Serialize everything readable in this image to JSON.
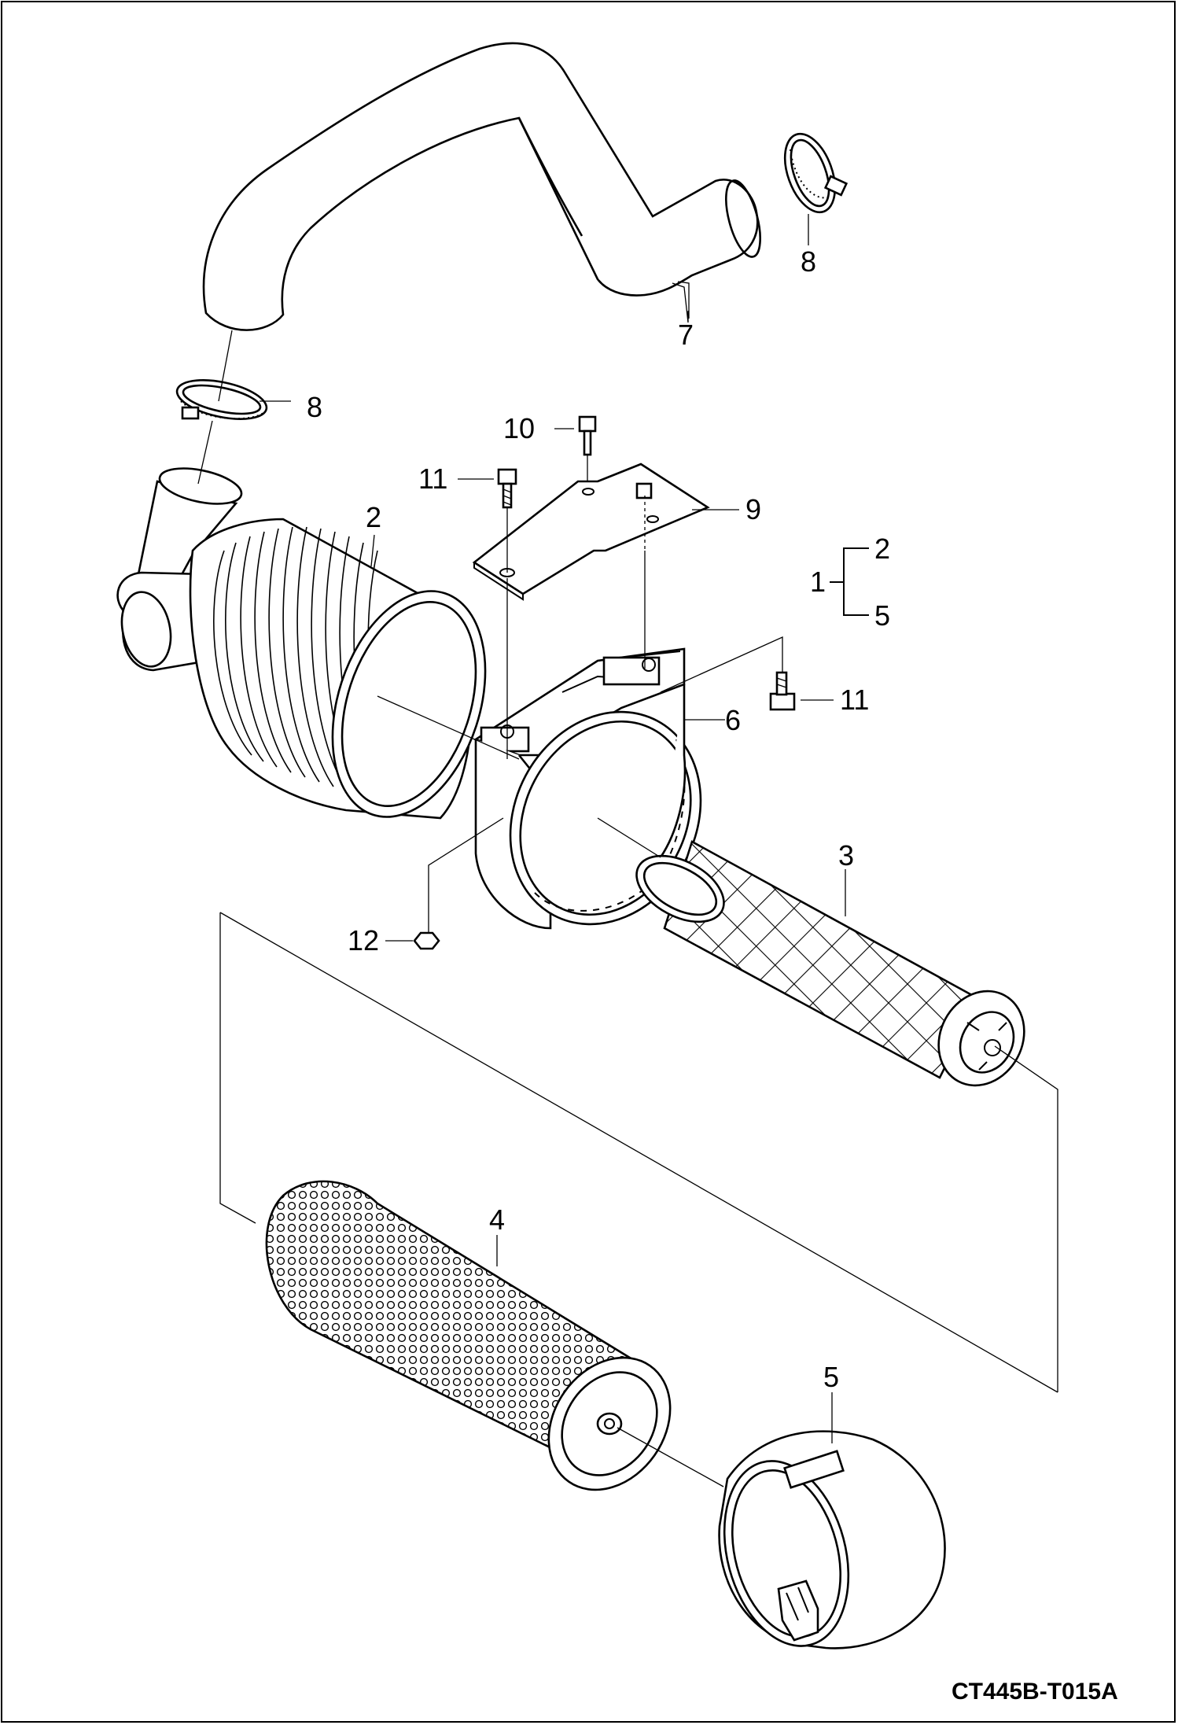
{
  "drawing_code": "CT445B-T015A",
  "callouts": {
    "c7": "7",
    "c8_top": "8",
    "c8_left": "8",
    "c10": "10",
    "c11_left": "11",
    "c9": "9",
    "c2": "2",
    "c1": "1",
    "c1_sub_2": "2",
    "c1_sub_5": "5",
    "c11_right": "11",
    "c6": "6",
    "c3": "3",
    "c12": "12",
    "c4": "4",
    "c5": "5"
  }
}
